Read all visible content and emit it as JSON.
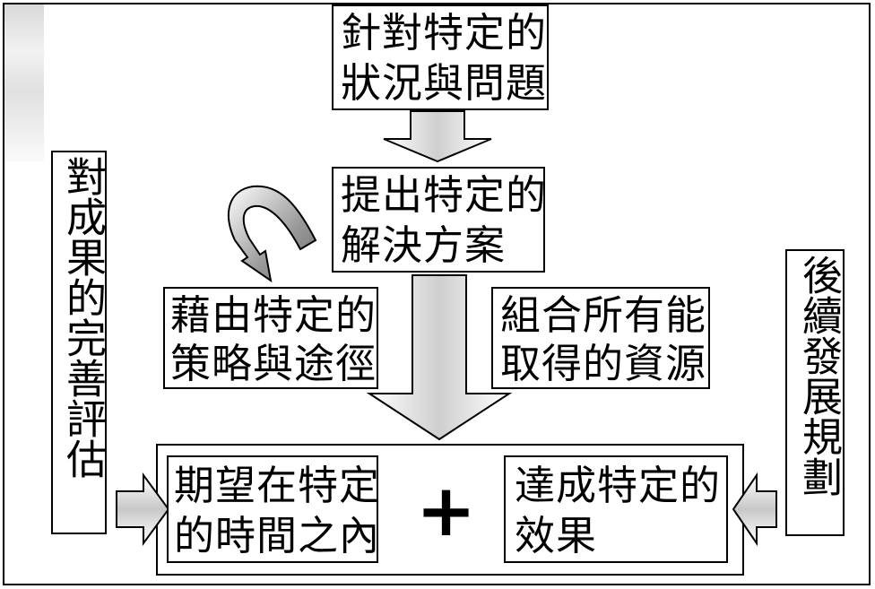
{
  "diagram": {
    "top_box": {
      "line1": "針對特定的",
      "line2": "狀況與問題"
    },
    "proposal_box": {
      "line1": "提出特定的",
      "line2": "解決方案"
    },
    "strategy_box": {
      "line1": "藉由特定的",
      "line2": "策略與途徑"
    },
    "resources_box": {
      "line1": "組合所有能",
      "line2": "取得的資源"
    },
    "time_box": {
      "line1": "期望在特定",
      "line2": "的時間之內"
    },
    "effect_box": {
      "line1": "達成特定的",
      "line2": "效果"
    },
    "plus_sign": "+",
    "left_side": "對成果的完善評估",
    "right_side": "後續發展規劃"
  },
  "colors": {
    "line": "#000000",
    "arrow_fill": "#ffffff",
    "shade": "#bdbdbd"
  }
}
